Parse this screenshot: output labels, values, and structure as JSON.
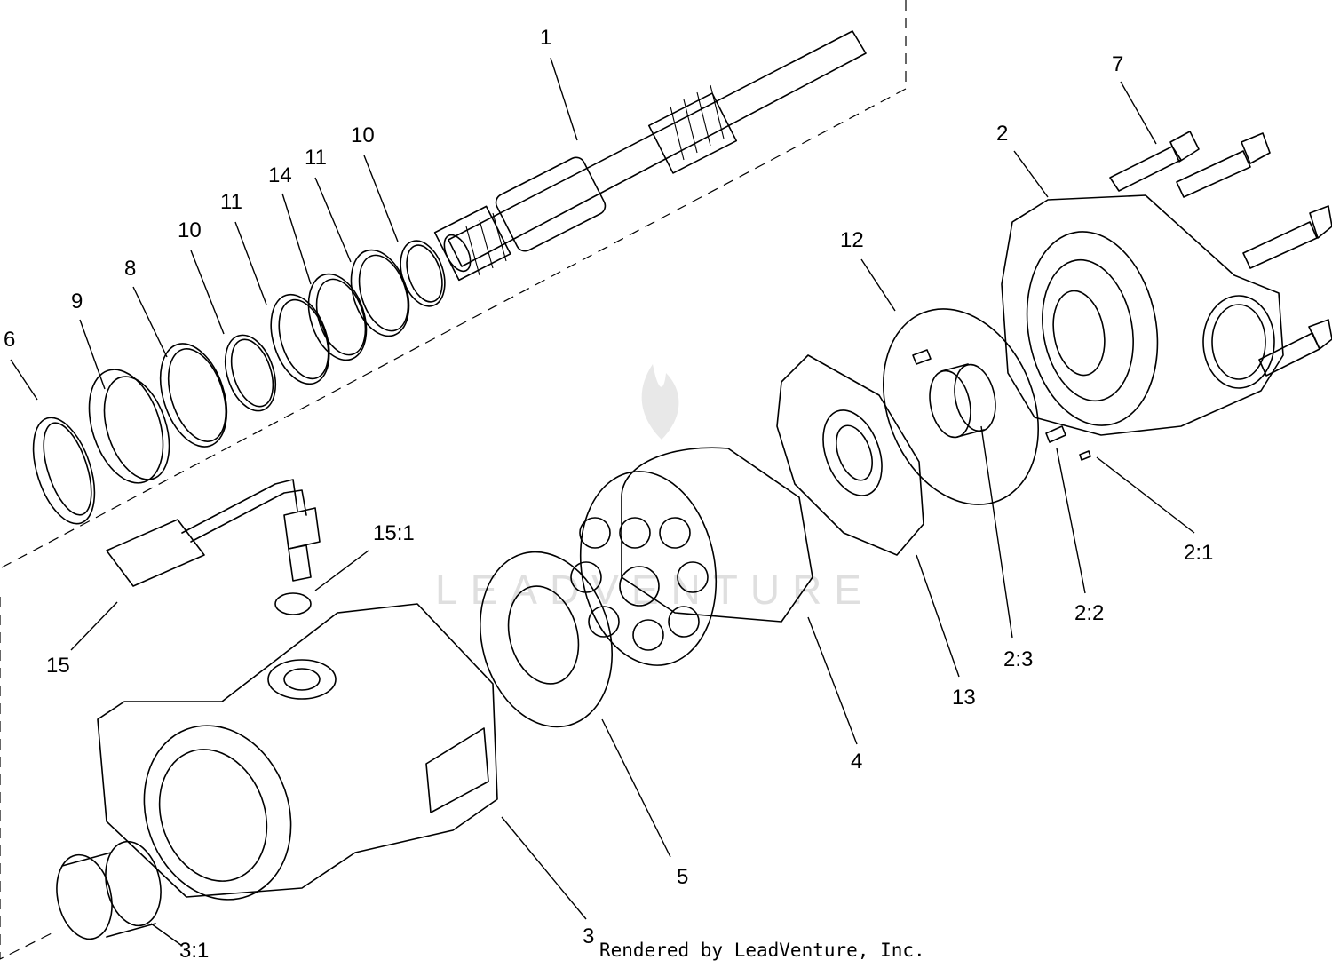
{
  "credit": "Rendered by LeadVenture, Inc.",
  "watermark": "LEADVENTURE",
  "callouts": {
    "c1": "1",
    "c2": "2",
    "c3": "3",
    "c3_1": "3:1",
    "c4": "4",
    "c5": "5",
    "c6": "6",
    "c7": "7",
    "c8": "8",
    "c9": "9",
    "c10a": "10",
    "c10b": "10",
    "c11a": "11",
    "c11b": "11",
    "c12": "12",
    "c13": "13",
    "c14": "14",
    "c15": "15",
    "c15_1": "15:1",
    "c2_1": "2:1",
    "c2_2": "2:2",
    "c2_3": "2:3"
  }
}
